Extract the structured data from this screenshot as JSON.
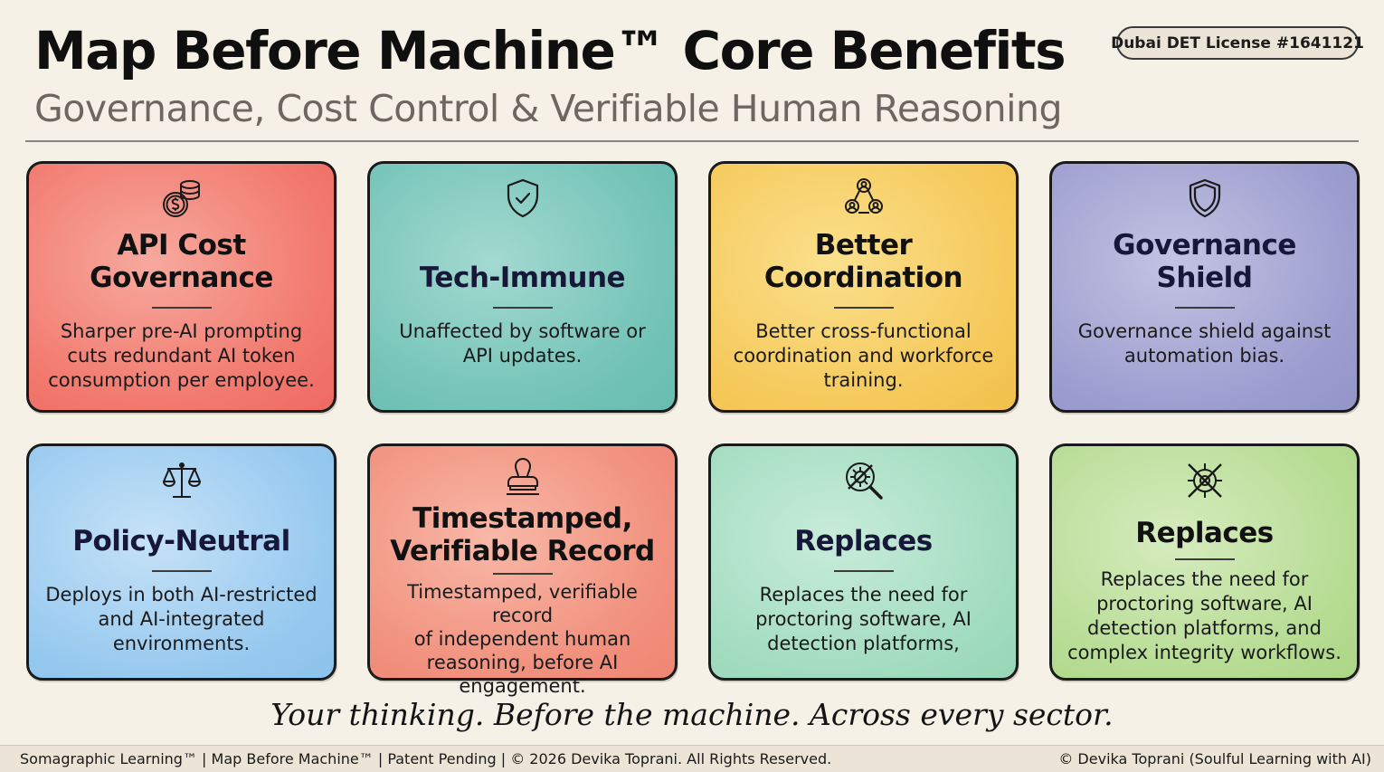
{
  "header": {
    "title": "Map Before Machine™ Core Benefits",
    "subtitle": "Governance, Cost Control & Verifiable Human Reasoning",
    "license": "Dubai DET License #1641121"
  },
  "cards": [
    {
      "icon": "coins-dollar-icon",
      "title": "API Cost\nGovernance",
      "description": "Sharper pre-AI prompting\ncuts redundant AI token\nconsumption per employee.",
      "color": "#f2786d"
    },
    {
      "icon": "shield-check-icon",
      "title": "Tech-Immune",
      "description": "Unaffected by software or\nAPI updates.",
      "color": "#73c3b7"
    },
    {
      "icon": "people-network-icon",
      "title": "Better\nCoordination",
      "description": "Better cross-functional\ncoordination and workforce\ntraining.",
      "color": "#f5c95a"
    },
    {
      "icon": "shield-icon",
      "title": "Governance\nShield",
      "description": "Governance shield against\nautomation bias.",
      "color": "#9d9ecf"
    },
    {
      "icon": "scales-icon",
      "title": "Policy-Neutral",
      "description": "Deploys in both AI-restricted\nand AI-integrated\nenvironments.",
      "color": "#97c9ef"
    },
    {
      "icon": "stamp-icon",
      "title": "Timestamped,\nVerifiable Record",
      "description": "Timestamped, verifiable record\nof independent human\nreasoning, before AI\nengagement.",
      "color": "#f1907d"
    },
    {
      "icon": "no-gear-search-icon",
      "title": "Replaces",
      "description": "Replaces the need for\nproctoring software, AI\ndetection platforms,",
      "color": "#a2dcc0"
    },
    {
      "icon": "no-gear-icon",
      "title": "Replaces",
      "description": "Replaces the need for\nproctoring software, AI\ndetection platforms, and\ncomplex integrity workflows.",
      "color": "#b6dc93"
    }
  ],
  "tagline": "Your thinking. Before the machine. Across every sector.",
  "footer": {
    "left": "Somagraphic Learning™ | Map Before Machine™ | Patent Pending | © 2026 Devika Toprani. All Rights Reserved.",
    "right": "© Devika Toprani (Soulful Learning with AI)"
  }
}
